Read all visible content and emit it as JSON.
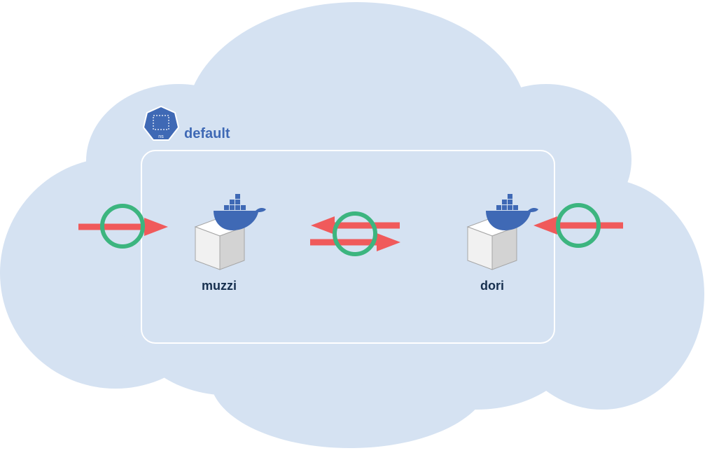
{
  "namespace": {
    "label": "default",
    "badge_text": "ns",
    "icon": "kubernetes-namespace-icon"
  },
  "nodes": [
    {
      "id": "muzzi",
      "label": "muzzi",
      "icon": "docker-container-icon"
    },
    {
      "id": "dori",
      "label": "dori",
      "icon": "docker-container-icon"
    }
  ],
  "connections": [
    {
      "from": "external-left",
      "to": "muzzi",
      "status": "allowed"
    },
    {
      "from": "dori",
      "to": "muzzi",
      "status": "allowed"
    },
    {
      "from": "muzzi",
      "to": "dori",
      "status": "allowed"
    },
    {
      "from": "external-right",
      "to": "dori",
      "status": "allowed"
    }
  ],
  "colors": {
    "cloud": "#d5e2f2",
    "namespace_border": "#ffffff",
    "brand_blue": "#3f69b5",
    "label_dark": "#17304f",
    "arrow": "#f05a5b",
    "ring": "#3cb57f",
    "cube_top": "#ffffff",
    "cube_left": "#f1f1f1",
    "cube_right": "#d3d3d3"
  }
}
